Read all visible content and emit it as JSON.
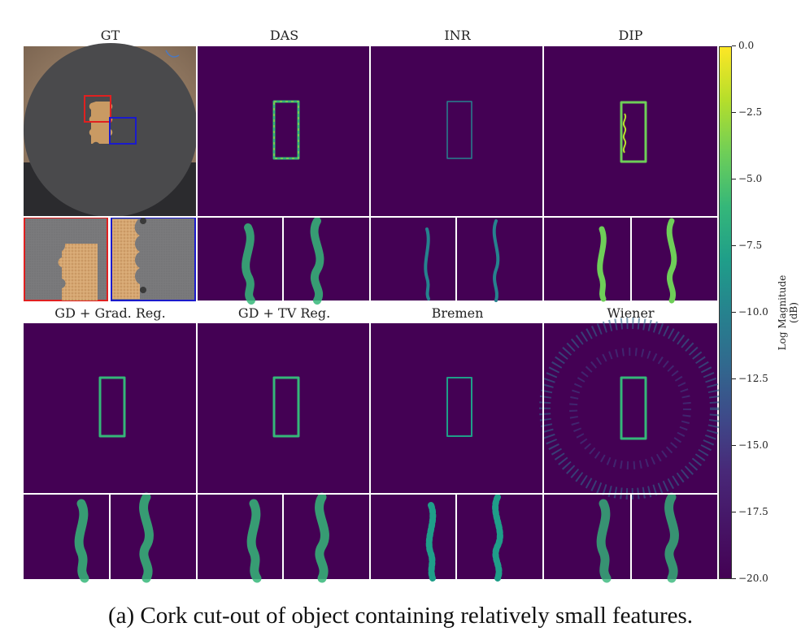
{
  "figure": {
    "top_row_titles": [
      "GT",
      "DAS",
      "INR",
      "DIP"
    ],
    "bottom_row_titles": [
      "GD + Grad. Reg.",
      "GD + TV Reg.",
      "Bremen",
      "Wiener"
    ],
    "colorbar": {
      "label": "Log Magnitude (dB)",
      "ticks": [
        "0.0",
        "−2.5",
        "−5.0",
        "−7.5",
        "−10.0",
        "−12.5",
        "−15.0",
        "−17.5",
        "−20.0"
      ],
      "colormap": "viridis",
      "range": [
        -20.0,
        0.0
      ]
    },
    "caption": "(a) Cork cut-out of object containing relatively small features.",
    "colors": {
      "zoom_box_red": "#e02020",
      "zoom_box_blue": "#1a1acc",
      "background": "#440154"
    }
  }
}
